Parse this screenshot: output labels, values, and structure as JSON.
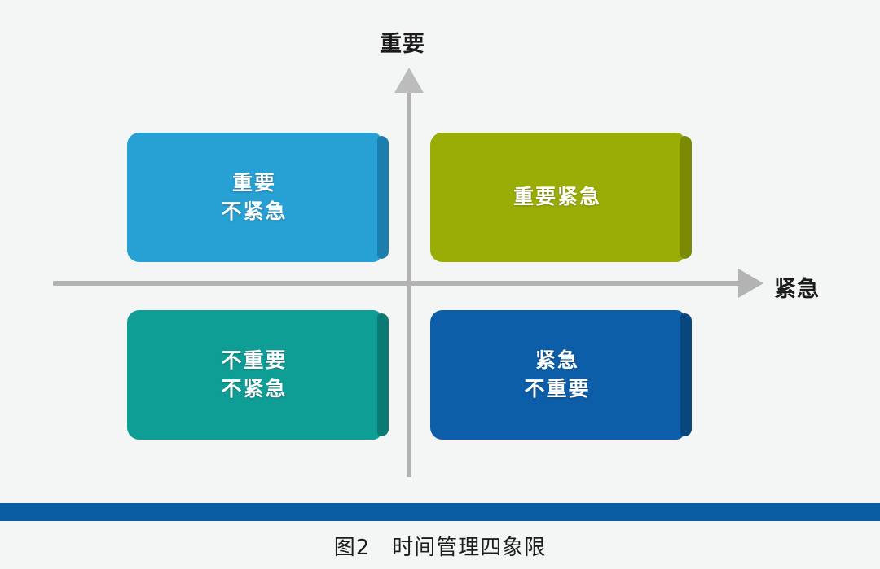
{
  "figure": {
    "caption": "图2　时间管理四象限",
    "background_color": "#f4f5f5"
  },
  "axes": {
    "vertical_label": "重要",
    "horizontal_label": "紧急",
    "axis_color": "#b3b3b3"
  },
  "quadrants": [
    {
      "id": "important-not-urgent",
      "position": "top-left",
      "lines": [
        "重要",
        "不紧急"
      ],
      "face_color": "#27a0d3",
      "edge_color": "#1b7fae"
    },
    {
      "id": "important-urgent",
      "position": "top-right",
      "lines": [
        "重要紧急"
      ],
      "face_color": "#9aad07",
      "edge_color": "#7a8a05"
    },
    {
      "id": "not-important-not-urgent",
      "position": "bottom-left",
      "lines": [
        "不重要",
        "不紧急"
      ],
      "face_color": "#0f9e96",
      "edge_color": "#0b7a74"
    },
    {
      "id": "urgent-not-important",
      "position": "bottom-right",
      "lines": [
        "紧急",
        "不重要"
      ],
      "face_color": "#0d5ea8",
      "edge_color": "#09467e"
    }
  ],
  "footer": {
    "bar_color": "#0a5ca3"
  }
}
